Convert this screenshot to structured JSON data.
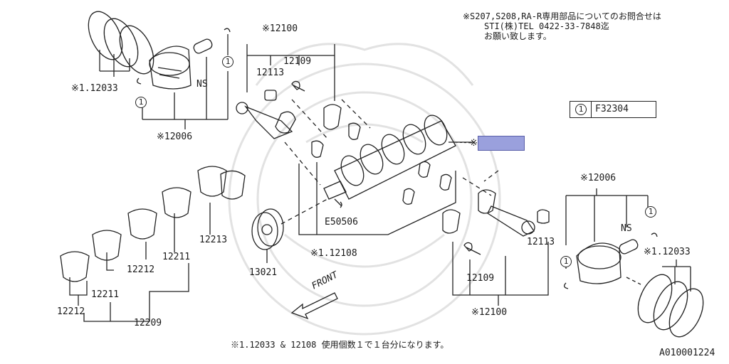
{
  "notes": {
    "top_right_line1": "※S207,S208,RA-R専用部品についてのお問合せは",
    "top_right_line2": "STI(株)TEL 0422-33-7848迄",
    "top_right_line3": "お願い致します。",
    "bottom": "※1.12033 & 12108 使用個数１で１台分になります。",
    "figure_code": "A010001224",
    "front_label": "FRONT"
  },
  "reference": {
    "circle_number": "1",
    "code": "F32304"
  },
  "highlight": {
    "prefix": "※"
  },
  "labels": {
    "p12100_top": "※12100",
    "p12109_top": "12109",
    "p12113_top": "12113",
    "p12033_left": "※1.12033",
    "ns_left": "NS",
    "p12006_left": "※12006",
    "circle_left_a": "1",
    "circle_left_b": "1",
    "p12213": "12213",
    "p12211_a": "12211",
    "p12212_a": "12212",
    "p12211_b": "12211",
    "p12212_b": "12212",
    "p12209": "12209",
    "p13021": "13021",
    "pE50506": "E50506",
    "p12108": "※1.12108",
    "p12006_right": "※12006",
    "ns_right": "NS",
    "circle_right_a": "1",
    "circle_right_b": "1",
    "p12033_right": "※1.12033",
    "p12113_right": "12113",
    "p12109_right": "12109",
    "p12100_right": "※12100"
  }
}
